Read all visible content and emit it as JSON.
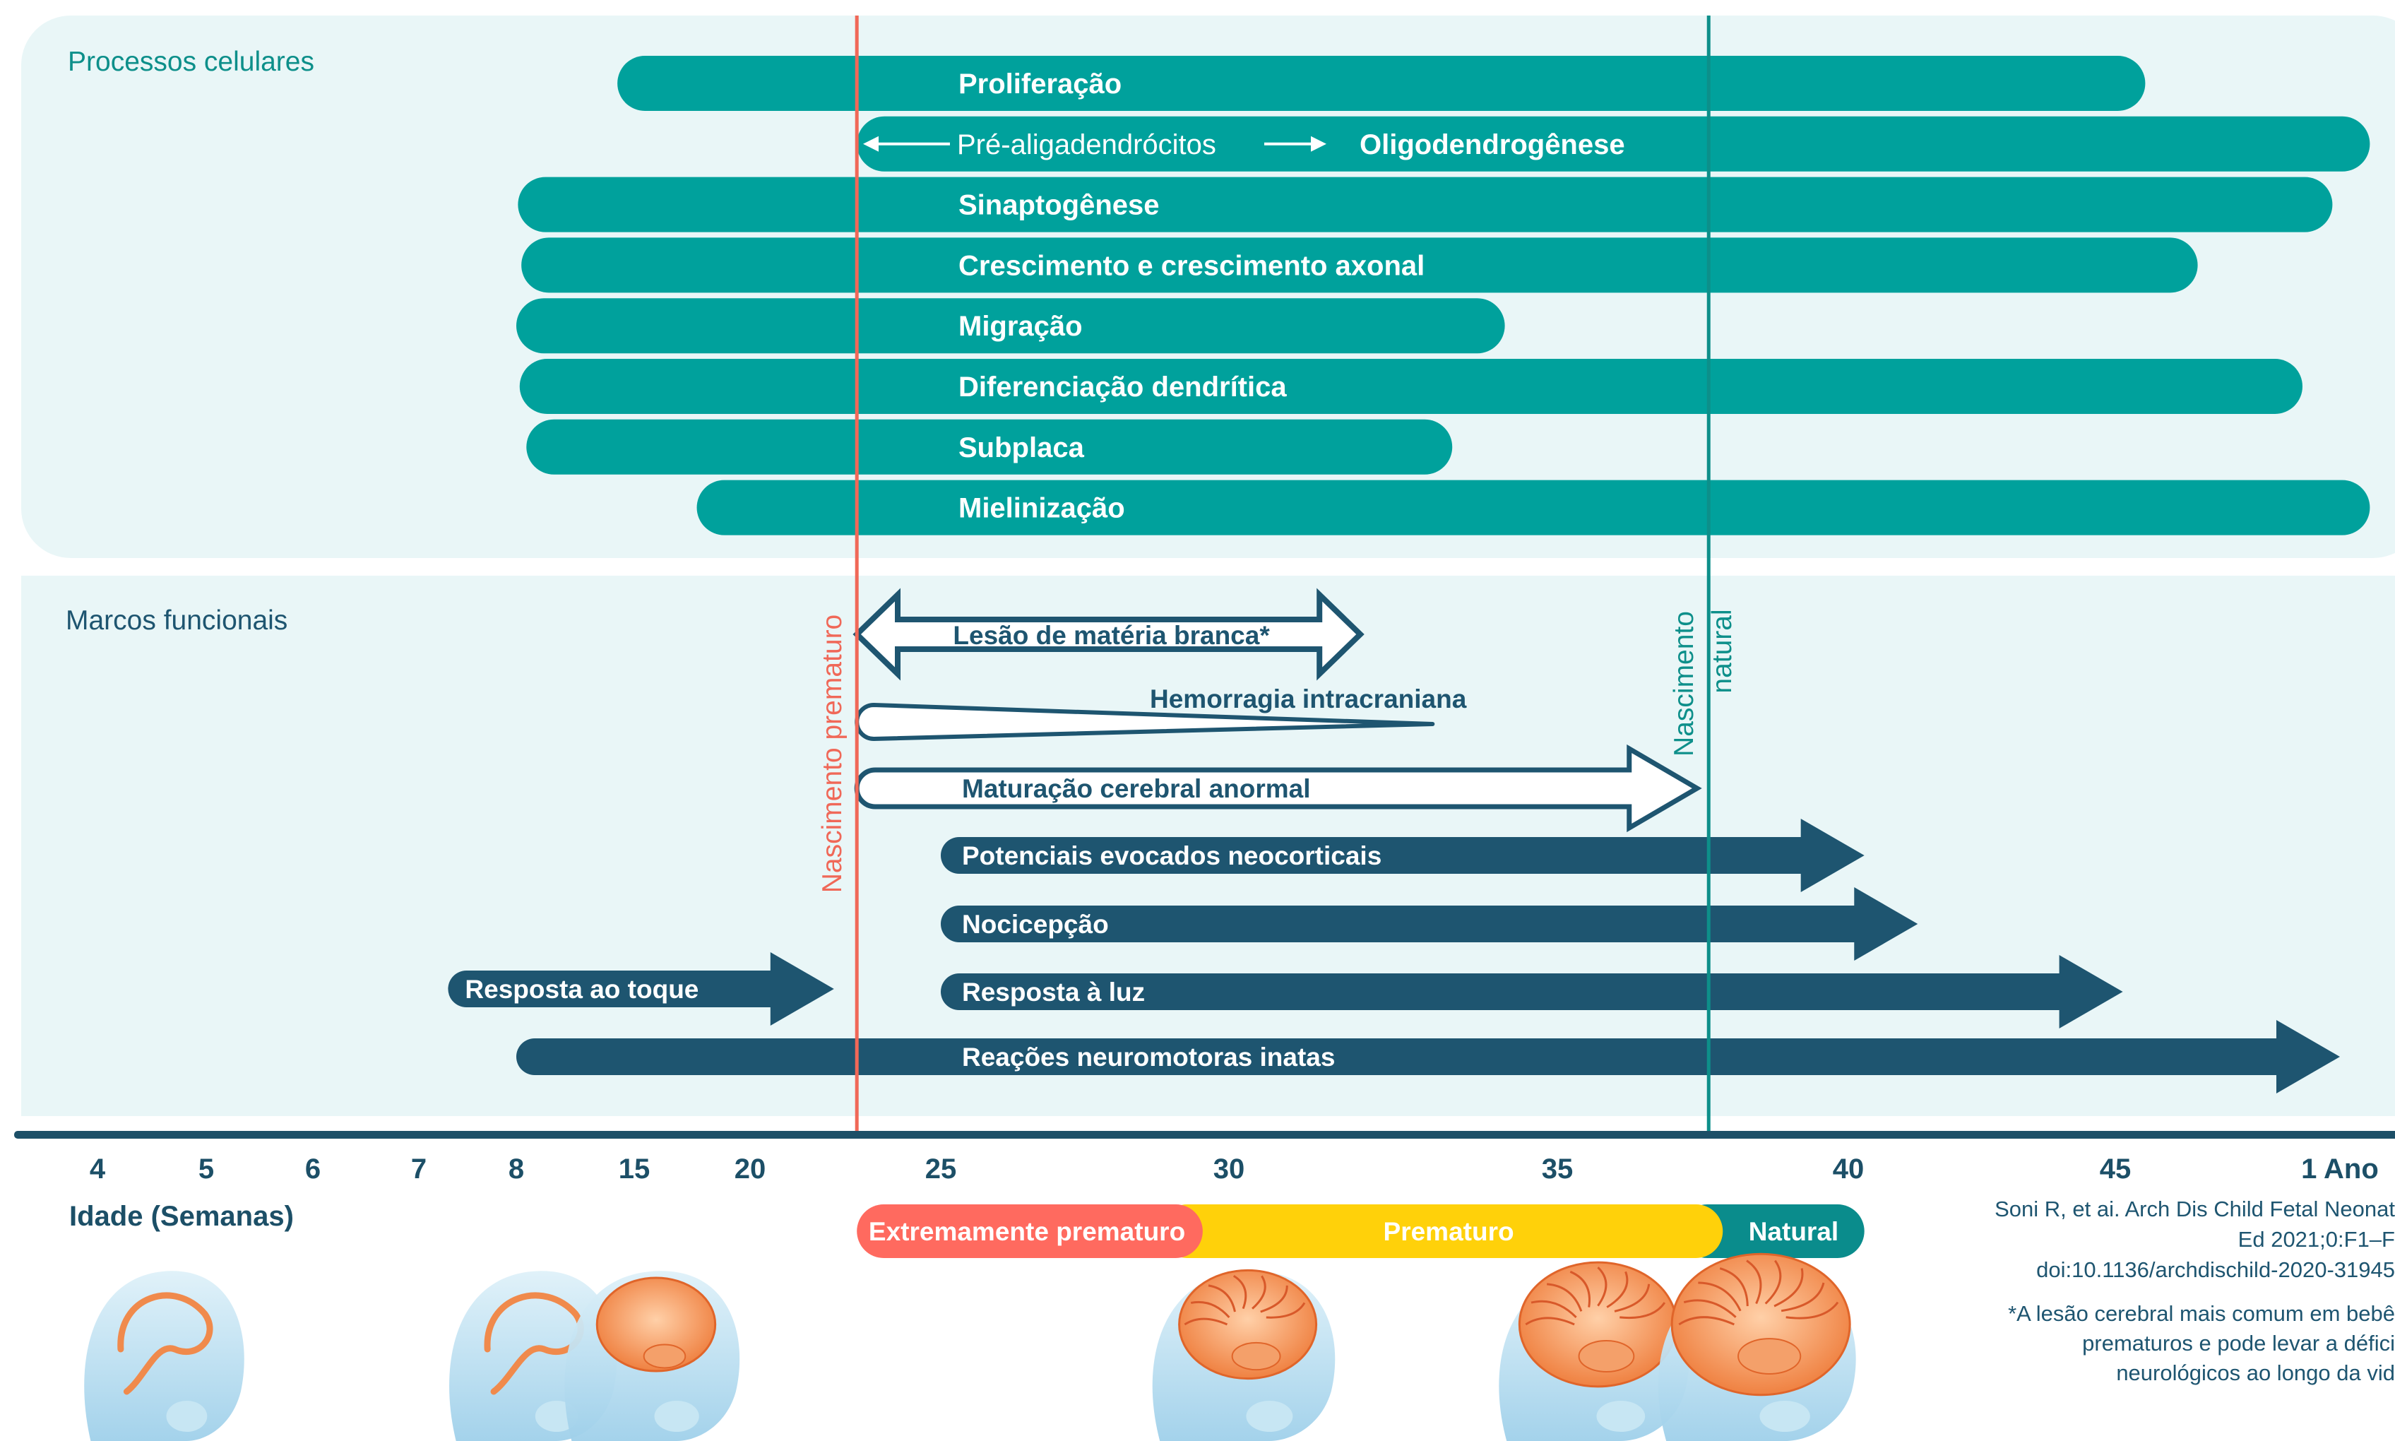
{
  "colors": {
    "panel_bg": "#e9f6f7",
    "process_bar": "#00a19c",
    "milestone": "#1e5570",
    "preterm_line": "#f06858",
    "term_line": "#0d8f8a",
    "axis": "#1c4f67",
    "extreme": "#ff6a5f",
    "premature": "#ffd10a",
    "natural": "#0a8c8c",
    "brain": "#f08a4c",
    "fetus": "#b9dff1"
  },
  "sections": {
    "processes_title": "Processos celulares",
    "milestones_title": "Marcos funcionais"
  },
  "processes": [
    {
      "label": "Proliferação",
      "start": 14.0,
      "end": 45.4
    },
    {
      "label": "Oligodendrogênese",
      "prefix": "Pré-aligadendrócitos",
      "start": 22.8,
      "end": 48.4
    },
    {
      "label": "Sinaptogênese",
      "start": 8.1,
      "end": 47.9
    },
    {
      "label": "Crescimento e crescimento axonal",
      "start": 8.3,
      "end": 46.1
    },
    {
      "label": "Migração",
      "start": 8.0,
      "end": 34.2
    },
    {
      "label": "Diferenciação dendrítica",
      "start": 8.2,
      "end": 47.5
    },
    {
      "label": "Subplaca",
      "start": 8.6,
      "end": 33.4
    },
    {
      "label": "Mielinização",
      "start": 17.7,
      "end": 48.4
    }
  ],
  "milestones": [
    {
      "label": "Lesão de matéria branca*",
      "style": "double-outline",
      "start": 22.8,
      "end": 32.0
    },
    {
      "label": "Hemorragia intracraniana",
      "style": "wedge",
      "start": 22.8,
      "end": 33.1
    },
    {
      "label": "Maturação cerebral anormal",
      "style": "outline-arrow",
      "start": 22.8,
      "end": 37.4
    },
    {
      "label": "Potenciais evocados neocorticais",
      "style": "solid-arrow",
      "start": 25.0,
      "end": 40.3
    },
    {
      "label": "Nocicepção",
      "style": "solid-arrow",
      "start": 25.0,
      "end": 41.3
    },
    {
      "label": "Resposta à luz",
      "style": "solid-arrow",
      "start": 25.0,
      "end": 45.1
    },
    {
      "label": "Resposta ao toque",
      "style": "solid-arrow",
      "start": 7.3,
      "end": 22.2
    },
    {
      "label": "Reações neuromotoras inatas",
      "style": "solid-arrow",
      "start": 8.0,
      "end": 48.0
    }
  ],
  "markers": {
    "preterm": {
      "label": "Nascimento prematuro",
      "at": 22.8
    },
    "term": {
      "label_line1": "Nascimento",
      "label_line2": "natural",
      "at": 37.6
    }
  },
  "axis": {
    "title": "Idade (Semanas)",
    "ticks": [
      {
        "label": "4",
        "x": 4
      },
      {
        "label": "5",
        "x": 5
      },
      {
        "label": "6",
        "x": 6
      },
      {
        "label": "7",
        "x": 7
      },
      {
        "label": "8",
        "x": 8
      },
      {
        "label": "15",
        "x": 15
      },
      {
        "label": "20",
        "x": 20
      },
      {
        "label": "25",
        "x": 25
      },
      {
        "label": "30",
        "x": 30
      },
      {
        "label": "35",
        "x": 35
      },
      {
        "label": "40",
        "x": 40
      },
      {
        "label": "45",
        "x": 45
      },
      {
        "label": "1 Ano",
        "x": 48
      }
    ]
  },
  "stages": [
    {
      "label": "Extremamente prematuro",
      "start": 22.8,
      "end": 29.3
    },
    {
      "label": "Prematuro",
      "start": 29.3,
      "end": 37.6
    },
    {
      "label": "Natural",
      "start": 37.6,
      "end": 40.3
    }
  ],
  "citation": {
    "line1": "Soni R, et ai. Arch Dis Child Fetal Neonat",
    "line2": "Ed 2021;0:F1–F",
    "line3": "doi:10.1136/archdischild-2020-31945"
  },
  "footnote": {
    "line1": "*A lesão cerebral mais comum em bebê",
    "line2": "prematuros e pode levar a défici",
    "line3": "neurológicos ao longo da vid"
  },
  "illustrations": [
    {
      "name": "fetus-4-weeks",
      "at": 4.6
    },
    {
      "name": "fetus-8-weeks",
      "at": 8.9
    },
    {
      "name": "fetus-15-weeks",
      "at": 15.7
    },
    {
      "name": "fetus-30-weeks",
      "at": 30.2
    },
    {
      "name": "fetus-36-weeks",
      "at": 35.6
    },
    {
      "name": "fetus-40-weeks",
      "at": 38.4
    }
  ]
}
